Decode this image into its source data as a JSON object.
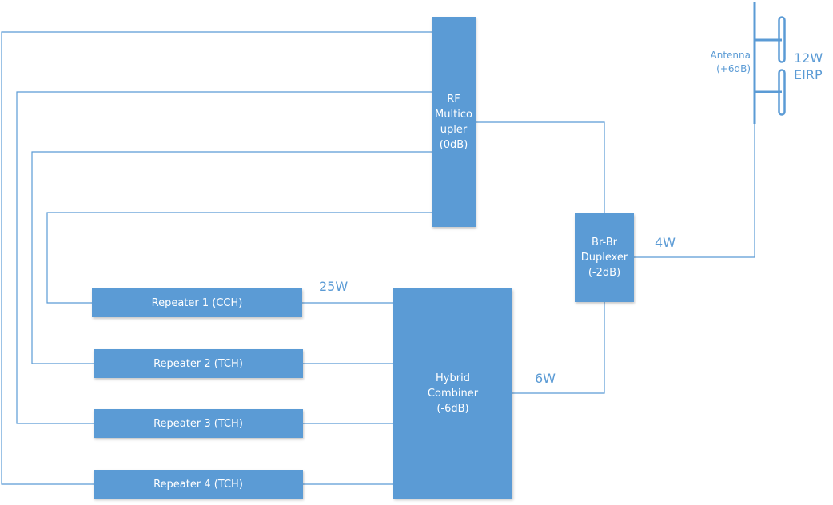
{
  "colors": {
    "block_fill": "#5b9bd5",
    "wire": "#5b9bd5",
    "block_text": "#ffffff",
    "label_text": "#5b9bd5",
    "background": "#ffffff"
  },
  "blocks": {
    "multicoupler": "RF\nMultico\nupler\n(0dB)",
    "duplexer": "Br-Br\nDuplexer\n(-2dB)",
    "combiner": "Hybrid\nCombiner\n(-6dB)",
    "repeater1": "Repeater 1 (CCH)",
    "repeater2": "Repeater 2 (TCH)",
    "repeater3": "Repeater 3 (TCH)",
    "repeater4": "Repeater 4 (TCH)"
  },
  "labels": {
    "power_repeater": "25W",
    "power_combiner_out": "6W",
    "power_duplexer_out": "4W",
    "antenna": "Antenna\n(+6dB)",
    "eirp": "12W\nEIRP"
  },
  "icons": {
    "antenna": "dipole-antenna-icon"
  }
}
